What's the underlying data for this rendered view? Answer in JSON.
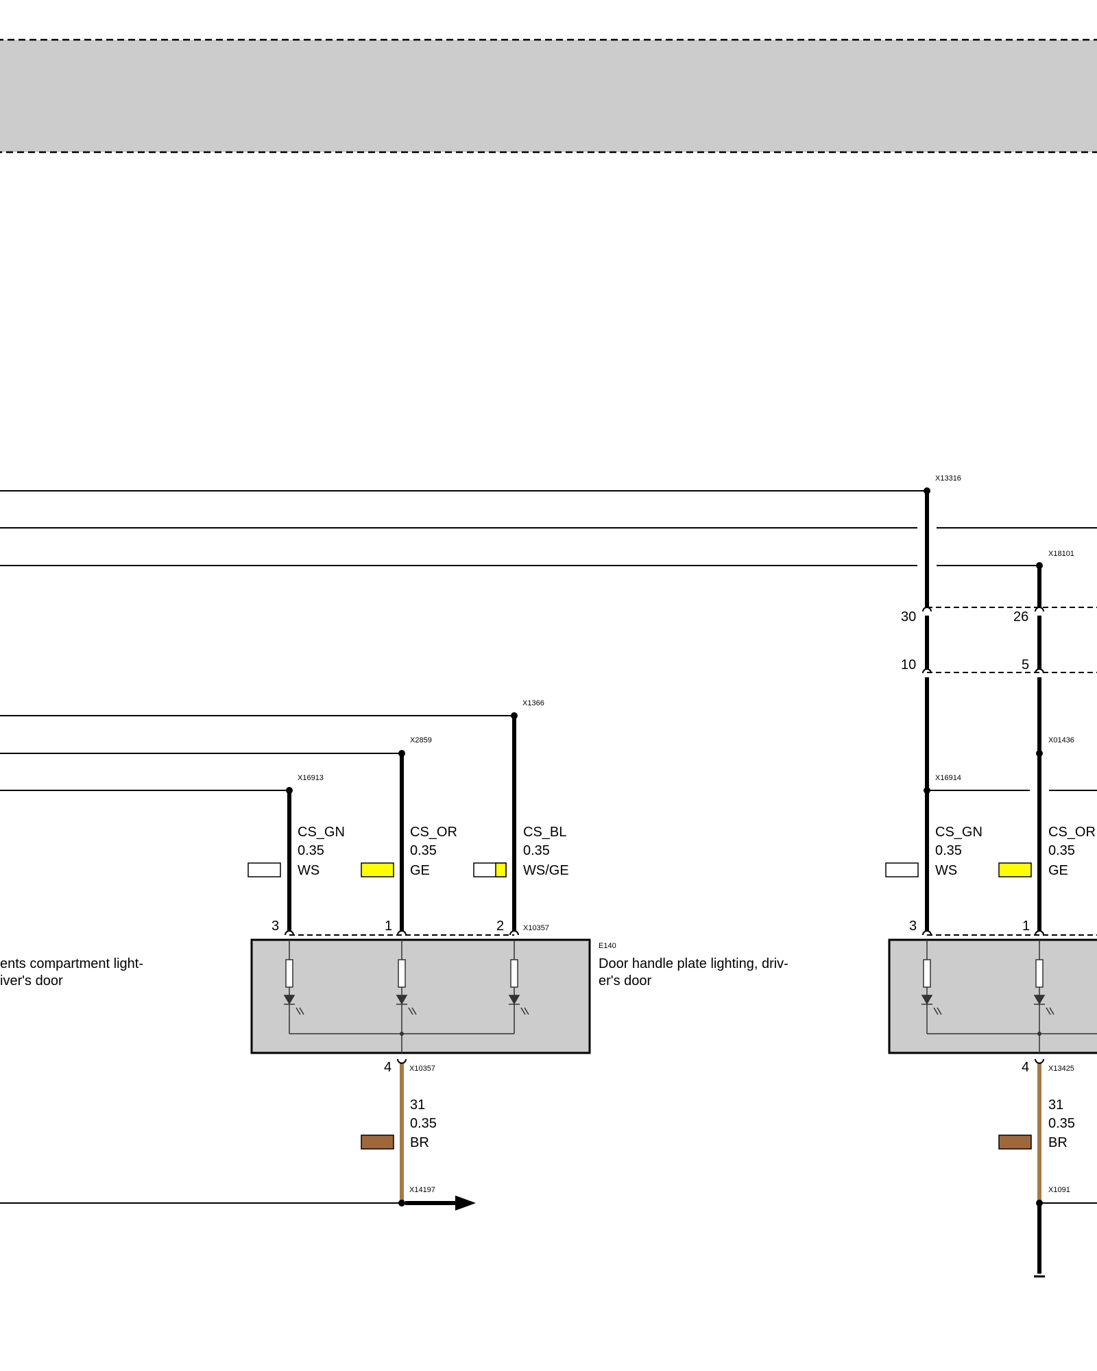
{
  "colors": {
    "background": "#ffffff",
    "module_fill": "#cccccc",
    "wire_black": "#000000",
    "wire_brown": "#a57a4a",
    "swatch_white": "#ffffff",
    "swatch_yellow": "#ffff00",
    "swatch_brown": "#a0683a"
  },
  "connectors": {
    "x13316": "X13316",
    "x18101": "X18101",
    "x1366": "X1366",
    "x2859": "X2859",
    "x16913": "X16913",
    "x16914": "X16914",
    "x01436": "X01436",
    "x10357_top": "X10357",
    "x10357_bottom": "X10357",
    "x13425": "X13425",
    "x14197": "X14197",
    "x1091": "X1091"
  },
  "wires": {
    "w1": {
      "signal": "CS_GN",
      "size": "0.35",
      "color": "WS"
    },
    "w2": {
      "signal": "CS_OR",
      "size": "0.35",
      "color": "GE"
    },
    "w3": {
      "signal": "CS_BL",
      "size": "0.35",
      "color": "WS/GE"
    },
    "w4": {
      "signal": "CS_GN",
      "size": "0.35",
      "color": "WS"
    },
    "w5": {
      "signal": "CS_OR",
      "size": "0.35",
      "color": "GE"
    },
    "g1": {
      "signal": "31",
      "size": "0.35",
      "color": "BR"
    },
    "g2": {
      "signal": "31",
      "size": "0.35",
      "color": "BR"
    }
  },
  "pins": {
    "m1_p3": "3",
    "m1_p1": "1",
    "m1_p2": "2",
    "m1_p4": "4",
    "m2_p3": "3",
    "m2_p1": "1",
    "m2_p4": "4",
    "sep_30": "30",
    "sep_26": "26",
    "sep_10": "10",
    "sep_5": "5"
  },
  "components": {
    "e140_code": "E140",
    "e140_desc_line1": "Door handle plate lighting, driv-",
    "e140_desc_line2": "er's door",
    "left_desc_line1": "ents compartment light-",
    "left_desc_line2": "iver's door"
  }
}
